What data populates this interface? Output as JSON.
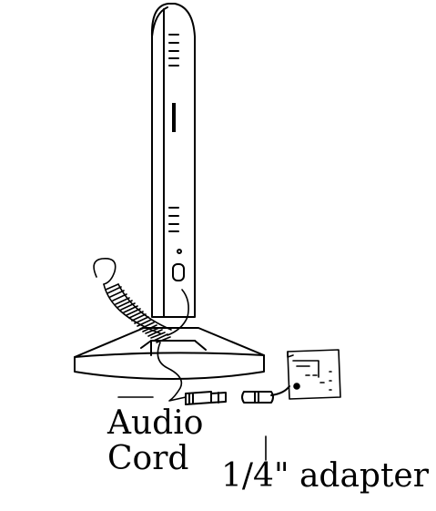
{
  "labels": {
    "audio": "Audio",
    "cord": "Cord",
    "adapter": "1/4\" adapter"
  },
  "colors": {
    "line": "#000000",
    "background": "#ffffff"
  }
}
